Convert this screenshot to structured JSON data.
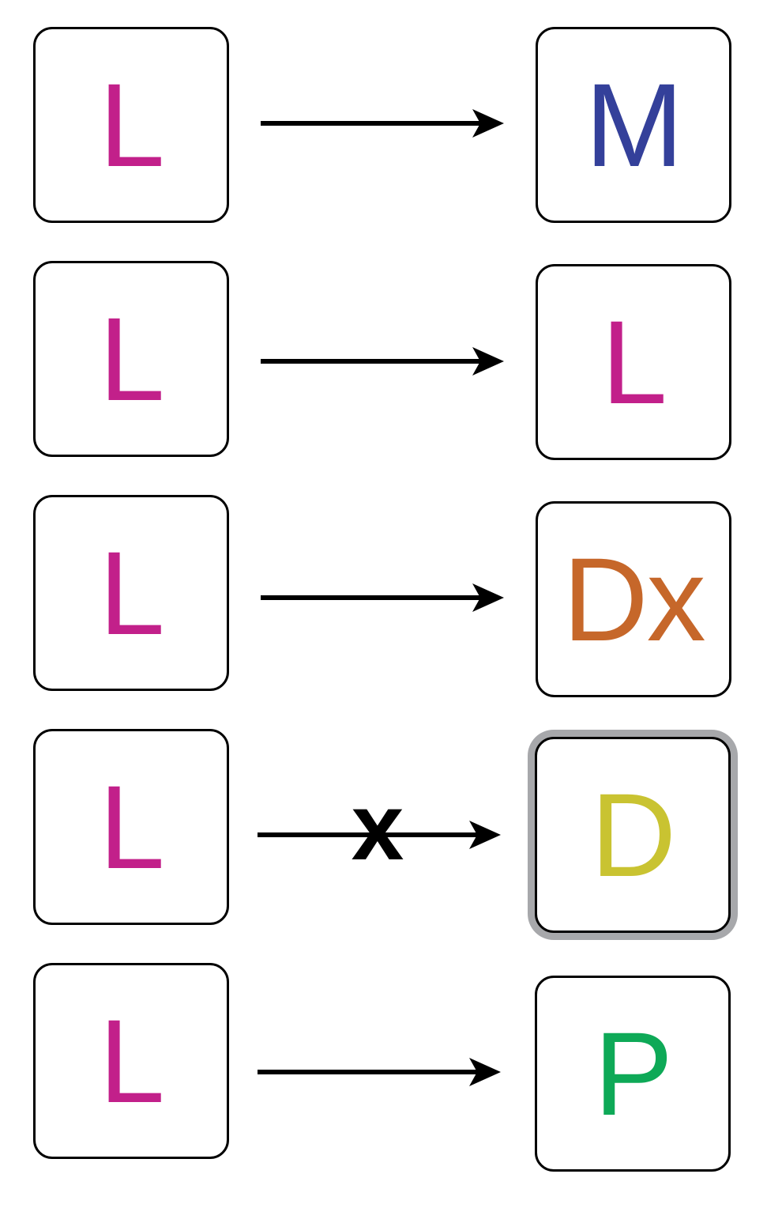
{
  "rows": [
    {
      "source": {
        "label": "L",
        "color": "#c2208a"
      },
      "target": {
        "label": "M",
        "color": "#34409a",
        "highlighted": false
      },
      "blocked": false
    },
    {
      "source": {
        "label": "L",
        "color": "#c2208a"
      },
      "target": {
        "label": "L",
        "color": "#c2208a",
        "highlighted": false
      },
      "blocked": false
    },
    {
      "source": {
        "label": "L",
        "color": "#c2208a"
      },
      "target": {
        "label": "Dx",
        "color": "#c6672a",
        "highlighted": false
      },
      "blocked": false
    },
    {
      "source": {
        "label": "L",
        "color": "#c2208a"
      },
      "target": {
        "label": "D",
        "color": "#c9c331",
        "highlighted": true
      },
      "blocked": true,
      "block_mark": "x"
    },
    {
      "source": {
        "label": "L",
        "color": "#c2208a"
      },
      "target": {
        "label": "P",
        "color": "#0ea957",
        "highlighted": false
      },
      "blocked": false
    }
  ],
  "colors": {
    "stroke": "#000000",
    "highlight_ring": "#a7a8ab"
  }
}
